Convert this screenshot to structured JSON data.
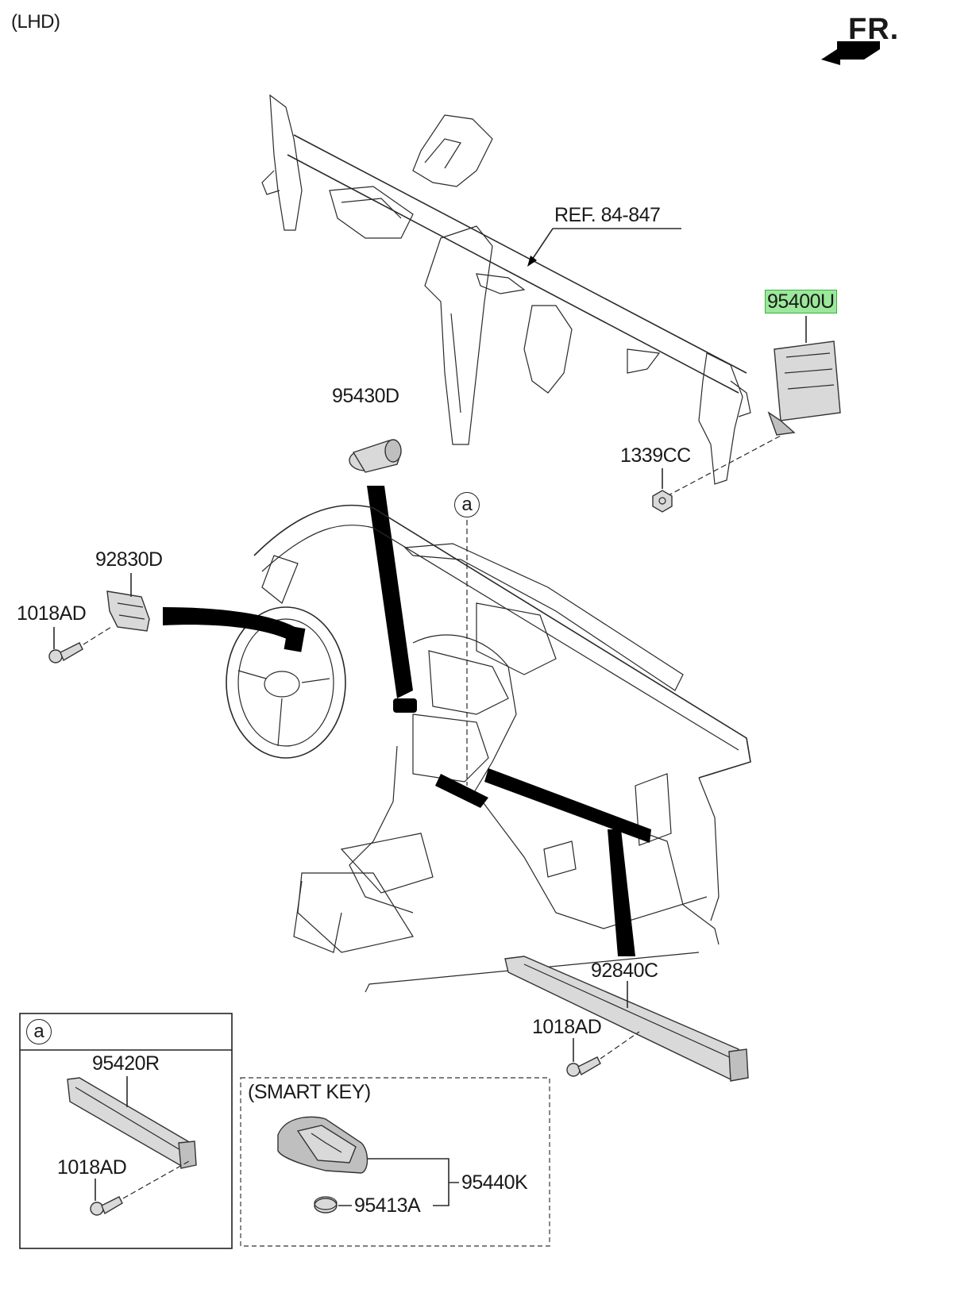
{
  "header": {
    "variant": "(LHD)",
    "direction": "FR."
  },
  "labels": {
    "ref": "REF. 84-847",
    "bcm": "95400U",
    "nut": "1339CC",
    "start_button": "95430D",
    "bracket_left": "92830D",
    "screw_left": "1018AD",
    "antenna_bar": "92840C",
    "screw_right": "1018AD",
    "detail_ref": "a"
  },
  "detail_box": {
    "tag": "a",
    "part": "95420R",
    "screw": "1018AD"
  },
  "smart_key_box": {
    "title": "(SMART KEY)",
    "key": "95440K",
    "battery": "95413A"
  },
  "colors": {
    "highlight": "#9be89b",
    "highlight_border": "#3cb043",
    "line": "#2a2a2a"
  }
}
